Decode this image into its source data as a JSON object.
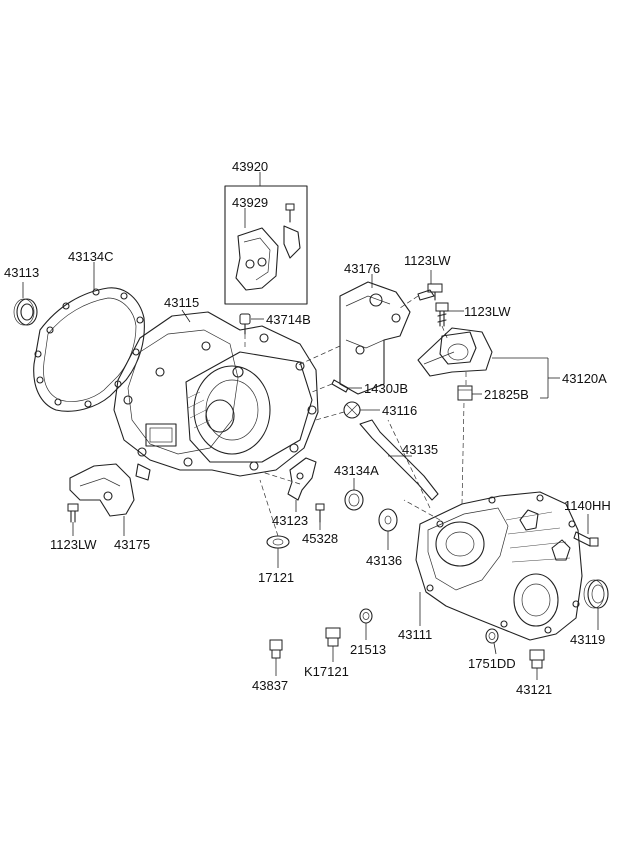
{
  "part_labels": {
    "p43920": "43920",
    "p43929": "43929",
    "p43113": "43113",
    "p43134C": "43134C",
    "p43115": "43115",
    "p43714B": "43714B",
    "p43176": "43176",
    "p1123LW_a": "1123LW",
    "p1123LW_b": "1123LW",
    "p1430JB": "1430JB",
    "p43120A": "43120A",
    "p43116": "43116",
    "p21825B": "21825B",
    "p43135": "43135",
    "p43134A": "43134A",
    "p1140HH": "1140HH",
    "p1123LW_c": "1123LW",
    "p43175": "43175",
    "p43123": "43123",
    "p45328": "45328",
    "p43136": "43136",
    "p17121": "17121",
    "p43111": "43111",
    "p43119": "43119",
    "p21513": "21513",
    "p1751DD": "1751DD",
    "p43837": "43837",
    "pK17121": "K17121",
    "p43121": "43121"
  }
}
